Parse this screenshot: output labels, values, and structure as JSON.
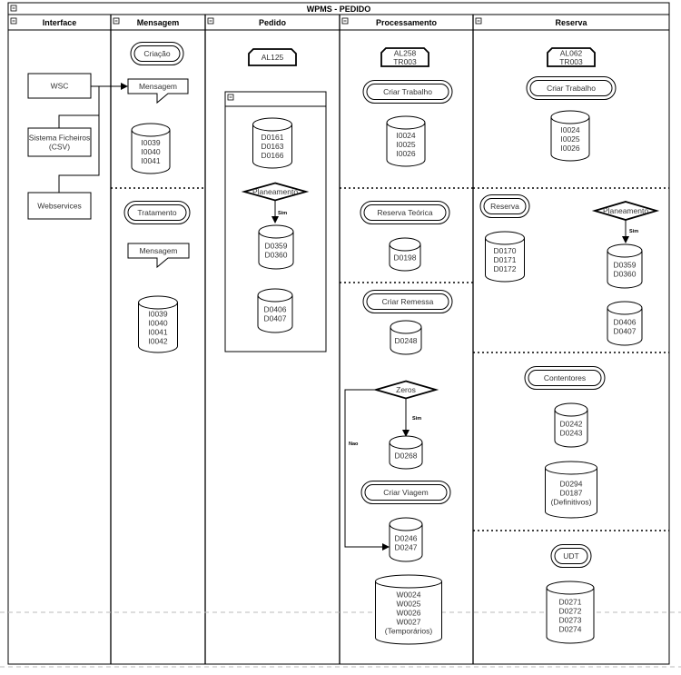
{
  "title": "WPMS - PEDIDO",
  "lanes": [
    {
      "id": "interface",
      "label": "Interface"
    },
    {
      "id": "mensagem",
      "label": "Mensagem"
    },
    {
      "id": "pedido",
      "label": "Pedido"
    },
    {
      "id": "processamento",
      "label": "Processamento"
    },
    {
      "id": "reserva",
      "label": "Reserva"
    }
  ],
  "interface": {
    "wsc": "WSC",
    "ficheiros": [
      "Sistema Ficheiros",
      "(CSV)"
    ],
    "webservices": "Webservices"
  },
  "mensagem": {
    "criacao": "Criação",
    "mensagem1": "Mensagem",
    "db1": [
      "I0039",
      "I0040",
      "I0041"
    ],
    "tratamento": "Tratamento",
    "mensagem2": "Mensagem",
    "db2": [
      "I0039",
      "I0040",
      "I0041",
      "I0042"
    ]
  },
  "pedido": {
    "doc": "AL125",
    "db1": [
      "D0161",
      "D0163",
      "D0166"
    ],
    "decision": "Planeamento",
    "sim": "Sim",
    "db2": [
      "D0359",
      "D0360"
    ],
    "db3": [
      "D0406",
      "D0407"
    ]
  },
  "processamento": {
    "doc": [
      "AL258",
      "TR003"
    ],
    "criar_trabalho": "Criar Trabalho",
    "db1": [
      "I0024",
      "I0025",
      "I0026"
    ],
    "reserva_teorica": "Reserva Teórica",
    "db2": [
      "D0198"
    ],
    "criar_remessa": "Criar Remessa",
    "db3": [
      "D0248"
    ],
    "decision": "Zeros",
    "sim": "Sim",
    "nao": "Nao",
    "db4": [
      "D0268"
    ],
    "criar_viagem": "Criar Viagem",
    "db5": [
      "D0246",
      "D0247"
    ],
    "db6": [
      "W0024",
      "W0025",
      "W0026",
      "W0027",
      "(Temporários)"
    ]
  },
  "reserva": {
    "doc": [
      "AL062",
      "TR003"
    ],
    "criar_trabalho": "Criar Trabalho",
    "db1": [
      "I0024",
      "I0025",
      "I0026"
    ],
    "reserva": "Reserva",
    "decision": "Planeamento",
    "sim": "Sim",
    "db2": [
      "D0170",
      "D0171",
      "D0172"
    ],
    "db3": [
      "D0359",
      "D0360"
    ],
    "db4": [
      "D0406",
      "D0407"
    ],
    "contentores": "Contentores",
    "db5": [
      "D0242",
      "D0243"
    ],
    "db6": [
      "D0294",
      "D0187",
      "(Definitivos)"
    ],
    "udt": "UDT",
    "db7": [
      "D0271",
      "D0272",
      "D0273",
      "D0274"
    ]
  },
  "colors": {
    "stroke": "#000000",
    "text": "#333333",
    "background": "#ffffff"
  }
}
